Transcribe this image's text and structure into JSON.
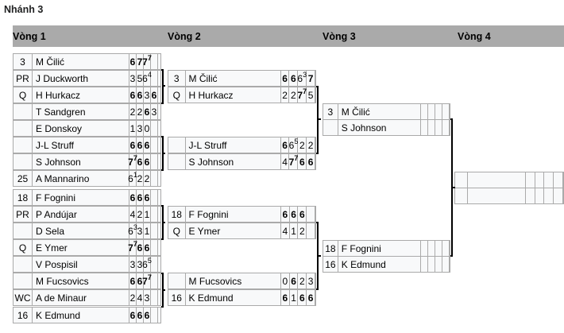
{
  "section": {
    "title": "Nhánh 3"
  },
  "rounds": [
    "Vòng 1",
    "Vòng 2",
    "Vòng 3",
    "Vòng 4"
  ],
  "r1": [
    {
      "seed": "3",
      "name": "M Čilić",
      "scores": [
        {
          "v": "6",
          "w": true
        },
        {
          "v": "7",
          "w": true
        },
        {
          "v": "7",
          "tb": "7",
          "w": true
        },
        {
          "v": "",
          "w": false
        },
        {
          "v": "",
          "w": false
        }
      ]
    },
    {
      "seed": "PR",
      "name": "J Duckworth",
      "scores": [
        {
          "v": "3",
          "w": false
        },
        {
          "v": "5",
          "w": false
        },
        {
          "v": "6",
          "tb": "4",
          "w": false
        },
        {
          "v": "",
          "w": false
        },
        {
          "v": "",
          "w": false
        }
      ]
    },
    {
      "seed": "Q",
      "name": "H Hurkacz",
      "scores": [
        {
          "v": "6",
          "w": true
        },
        {
          "v": "6",
          "w": true
        },
        {
          "v": "3",
          "w": false
        },
        {
          "v": "6",
          "w": true
        },
        {
          "v": "",
          "w": false
        }
      ]
    },
    {
      "seed": "",
      "name": "T Sandgren",
      "scores": [
        {
          "v": "2",
          "w": false
        },
        {
          "v": "2",
          "w": false
        },
        {
          "v": "6",
          "w": true
        },
        {
          "v": "3",
          "w": false
        },
        {
          "v": "",
          "w": false
        }
      ]
    },
    {
      "seed": "",
      "name": "E Donskoy",
      "scores": [
        {
          "v": "1",
          "w": false
        },
        {
          "v": "3",
          "w": false
        },
        {
          "v": "0",
          "w": false
        },
        {
          "v": "",
          "w": false
        },
        {
          "v": "",
          "w": false
        }
      ]
    },
    {
      "seed": "",
      "name": "J-L Struff",
      "scores": [
        {
          "v": "6",
          "w": true
        },
        {
          "v": "6",
          "w": true
        },
        {
          "v": "6",
          "w": true
        },
        {
          "v": "",
          "w": false
        },
        {
          "v": "",
          "w": false
        }
      ]
    },
    {
      "seed": "",
      "name": "S Johnson",
      "scores": [
        {
          "v": "7",
          "tb": "7",
          "w": true
        },
        {
          "v": "6",
          "w": true
        },
        {
          "v": "6",
          "w": true
        },
        {
          "v": "",
          "w": false
        },
        {
          "v": "",
          "w": false
        }
      ]
    },
    {
      "seed": "25",
      "name": "A Mannarino",
      "scores": [
        {
          "v": "6",
          "tb": "1",
          "w": false
        },
        {
          "v": "2",
          "w": false
        },
        {
          "v": "2",
          "w": false
        },
        {
          "v": "",
          "w": false
        },
        {
          "v": "",
          "w": false
        }
      ]
    },
    {
      "seed": "18",
      "name": "F Fognini",
      "scores": [
        {
          "v": "6",
          "w": true
        },
        {
          "v": "6",
          "w": true
        },
        {
          "v": "6",
          "w": true
        },
        {
          "v": "",
          "w": false
        },
        {
          "v": "",
          "w": false
        }
      ]
    },
    {
      "seed": "PR",
      "name": "P Andújar",
      "scores": [
        {
          "v": "4",
          "w": false
        },
        {
          "v": "2",
          "w": false
        },
        {
          "v": "1",
          "w": false
        },
        {
          "v": "",
          "w": false
        },
        {
          "v": "",
          "w": false
        }
      ]
    },
    {
      "seed": "",
      "name": "D Sela",
      "scores": [
        {
          "v": "6",
          "tb": "3",
          "w": false
        },
        {
          "v": "3",
          "w": false
        },
        {
          "v": "1",
          "w": false
        },
        {
          "v": "",
          "w": false
        },
        {
          "v": "",
          "w": false
        }
      ]
    },
    {
      "seed": "Q",
      "name": "E Ymer",
      "scores": [
        {
          "v": "7",
          "tb": "7",
          "w": true
        },
        {
          "v": "6",
          "w": true
        },
        {
          "v": "6",
          "w": true
        },
        {
          "v": "",
          "w": false
        },
        {
          "v": "",
          "w": false
        }
      ]
    },
    {
      "seed": "",
      "name": "V Pospisil",
      "scores": [
        {
          "v": "3",
          "w": false
        },
        {
          "v": "3",
          "w": false
        },
        {
          "v": "6",
          "tb": "5",
          "w": false
        },
        {
          "v": "",
          "w": false
        },
        {
          "v": "",
          "w": false
        }
      ]
    },
    {
      "seed": "",
      "name": "M Fucsovics",
      "scores": [
        {
          "v": "6",
          "w": true
        },
        {
          "v": "6",
          "w": true
        },
        {
          "v": "7",
          "tb": "7",
          "w": true
        },
        {
          "v": "",
          "w": false
        },
        {
          "v": "",
          "w": false
        }
      ]
    },
    {
      "seed": "WC",
      "name": "A de Minaur",
      "scores": [
        {
          "v": "2",
          "w": false
        },
        {
          "v": "4",
          "w": false
        },
        {
          "v": "3",
          "w": false
        },
        {
          "v": "",
          "w": false
        },
        {
          "v": "",
          "w": false
        }
      ]
    },
    {
      "seed": "16",
      "name": "K Edmund",
      "scores": [
        {
          "v": "6",
          "w": true
        },
        {
          "v": "6",
          "w": true
        },
        {
          "v": "6",
          "w": true
        },
        {
          "v": "",
          "w": false
        },
        {
          "v": "",
          "w": false
        }
      ]
    }
  ],
  "r2": [
    {
      "seed": "3",
      "name": "M Čilić",
      "scores": [
        {
          "v": "6",
          "w": true
        },
        {
          "v": "6",
          "w": true
        },
        {
          "v": "6",
          "tb": "3",
          "w": false
        },
        {
          "v": "7",
          "w": true
        },
        {
          "v": "",
          "w": false
        }
      ]
    },
    {
      "seed": "Q",
      "name": "H Hurkacz",
      "scores": [
        {
          "v": "2",
          "w": false
        },
        {
          "v": "2",
          "w": false
        },
        {
          "v": "7",
          "tb": "7",
          "w": true
        },
        {
          "v": "5",
          "w": false
        },
        {
          "v": "",
          "w": false
        }
      ]
    },
    {
      "seed": "",
      "name": "J-L Struff",
      "scores": [
        {
          "v": "6",
          "w": true
        },
        {
          "v": "6",
          "tb": "5",
          "w": false
        },
        {
          "v": "2",
          "w": false
        },
        {
          "v": "2",
          "w": false
        },
        {
          "v": "",
          "w": false
        }
      ]
    },
    {
      "seed": "",
      "name": "S Johnson",
      "scores": [
        {
          "v": "4",
          "w": false
        },
        {
          "v": "7",
          "tb": "7",
          "w": true
        },
        {
          "v": "6",
          "w": true
        },
        {
          "v": "6",
          "w": true
        },
        {
          "v": "",
          "w": false
        }
      ]
    },
    {
      "seed": "18",
      "name": "F Fognini",
      "scores": [
        {
          "v": "6",
          "w": true
        },
        {
          "v": "6",
          "w": true
        },
        {
          "v": "6",
          "w": true
        },
        {
          "v": "",
          "w": false
        },
        {
          "v": "",
          "w": false
        }
      ]
    },
    {
      "seed": "Q",
      "name": "E Ymer",
      "scores": [
        {
          "v": "4",
          "w": false
        },
        {
          "v": "1",
          "w": false
        },
        {
          "v": "2",
          "w": false
        },
        {
          "v": "",
          "w": false
        },
        {
          "v": "",
          "w": false
        }
      ]
    },
    {
      "seed": "",
      "name": "M Fucsovics",
      "scores": [
        {
          "v": "0",
          "w": false
        },
        {
          "v": "6",
          "w": true
        },
        {
          "v": "2",
          "w": false
        },
        {
          "v": "3",
          "w": false
        },
        {
          "v": "",
          "w": false
        }
      ]
    },
    {
      "seed": "16",
      "name": "K Edmund",
      "scores": [
        {
          "v": "6",
          "w": true
        },
        {
          "v": "1",
          "w": false
        },
        {
          "v": "6",
          "w": true
        },
        {
          "v": "6",
          "w": true
        },
        {
          "v": "",
          "w": false
        }
      ]
    }
  ],
  "r3": [
    {
      "seed": "3",
      "name": "M Čilić",
      "scores": [
        {
          "v": "",
          "w": false
        },
        {
          "v": "",
          "w": false
        },
        {
          "v": "",
          "w": false
        },
        {
          "v": "",
          "w": false
        },
        {
          "v": "",
          "w": false
        }
      ]
    },
    {
      "seed": "",
      "name": "S Johnson",
      "scores": [
        {
          "v": "",
          "w": false
        },
        {
          "v": "",
          "w": false
        },
        {
          "v": "",
          "w": false
        },
        {
          "v": "",
          "w": false
        },
        {
          "v": "",
          "w": false
        }
      ]
    },
    {
      "seed": "18",
      "name": "F Fognini",
      "scores": [
        {
          "v": "",
          "w": false
        },
        {
          "v": "",
          "w": false
        },
        {
          "v": "",
          "w": false
        },
        {
          "v": "",
          "w": false
        },
        {
          "v": "",
          "w": false
        }
      ]
    },
    {
      "seed": "16",
      "name": "K Edmund",
      "scores": [
        {
          "v": "",
          "w": false
        },
        {
          "v": "",
          "w": false
        },
        {
          "v": "",
          "w": false
        },
        {
          "v": "",
          "w": false
        },
        {
          "v": "",
          "w": false
        }
      ]
    }
  ],
  "r4": [
    {
      "seed": "",
      "name": "",
      "scores": [
        {
          "v": "",
          "w": false
        },
        {
          "v": "",
          "w": false
        },
        {
          "v": "",
          "w": false
        },
        {
          "v": "",
          "w": false
        },
        {
          "v": "",
          "w": false
        }
      ]
    },
    {
      "seed": "",
      "name": "",
      "scores": [
        {
          "v": "",
          "w": false
        },
        {
          "v": "",
          "w": false
        },
        {
          "v": "",
          "w": false
        },
        {
          "v": "",
          "w": false
        },
        {
          "v": "",
          "w": false
        }
      ]
    }
  ]
}
